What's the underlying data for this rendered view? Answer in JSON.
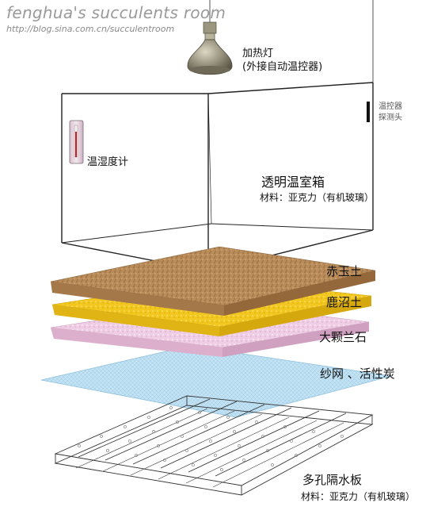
{
  "header": {
    "blog_title": "fenghua's succulents room",
    "blog_url": "http://blog.sina.com.cn/succulentroom"
  },
  "labels": {
    "lamp_name": "加热灯",
    "lamp_note": "(外接自动温控器)",
    "probe_line1": "温控器",
    "probe_line2": "探测头",
    "hygrometer": "温湿度计",
    "box_name": "透明温室箱",
    "box_material": "材料：亚克力（有机玻璃）",
    "layer_akadama": "赤玉土",
    "layer_kanuma": "鹿沼土",
    "layer_pumice": "大颗兰石",
    "layer_mesh": "纱网 、活性炭",
    "plate_name": "多孔隔水板",
    "plate_material": "材料：亚克力（有机玻璃）"
  },
  "colors": {
    "akadama": "#b98c5a",
    "kanuma": "#f2c820",
    "pumice": "#eec8e2",
    "mesh": "#bfe0f2",
    "lamp": "#8f8a76",
    "thermometer": "#c02020"
  }
}
